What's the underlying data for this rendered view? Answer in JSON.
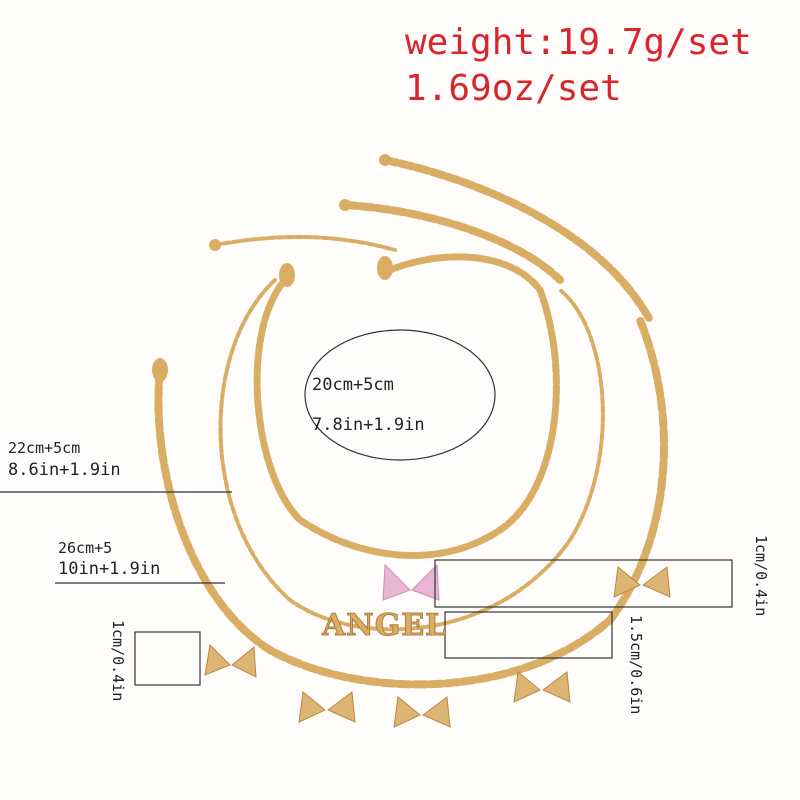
{
  "specs": {
    "weight_grams": "weight:19.7g/set",
    "weight_ounces": "1.69oz/set"
  },
  "measurements": {
    "bracelet_small": {
      "cm": "20cm+5cm",
      "in": "7.8in+1.9in"
    },
    "bracelet_medium": {
      "cm": "22cm+5cm",
      "in": "8.6in+1.9in"
    },
    "bracelet_large": {
      "cm": "26cm+5",
      "in": "10in+1.9in"
    },
    "charm_right": "1cm/0.4in",
    "pendant_name": "1.5cm/0.6in",
    "charm_left": "1cm/0.4in"
  },
  "pendant_text": "ANGEL",
  "colors": {
    "accent": "#d8262a",
    "gold": "#d9ad63",
    "butterfly_pink": "#e9b6d6"
  }
}
